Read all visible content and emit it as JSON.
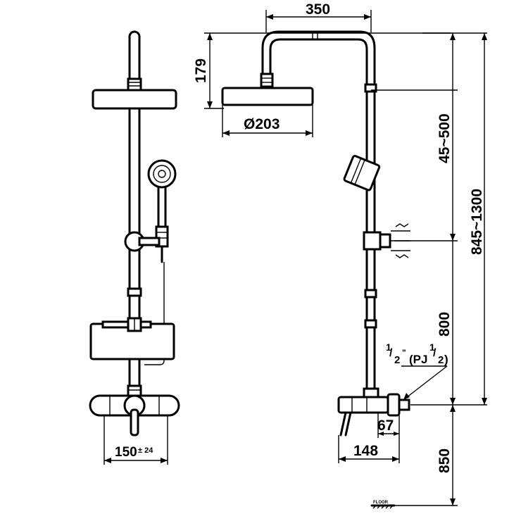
{
  "dimensions": {
    "top_width": "350",
    "head_height": "179",
    "head_diameter": "Ø203",
    "slide_range": "45~500",
    "total_height_range": "845~1300",
    "mixer_to_bracket": "800",
    "inlet_half": "1/2",
    "inlet_thread_prefix": "(PJ",
    "inlet_thread_half": "1/2",
    "inlet_thread_suffix": ")",
    "inlet_depth": "67",
    "mixer_depth": "148",
    "floor_height": "850",
    "center_spacing": "150",
    "center_spacing_tol": "± 24"
  },
  "floor_label": "FLOOR"
}
